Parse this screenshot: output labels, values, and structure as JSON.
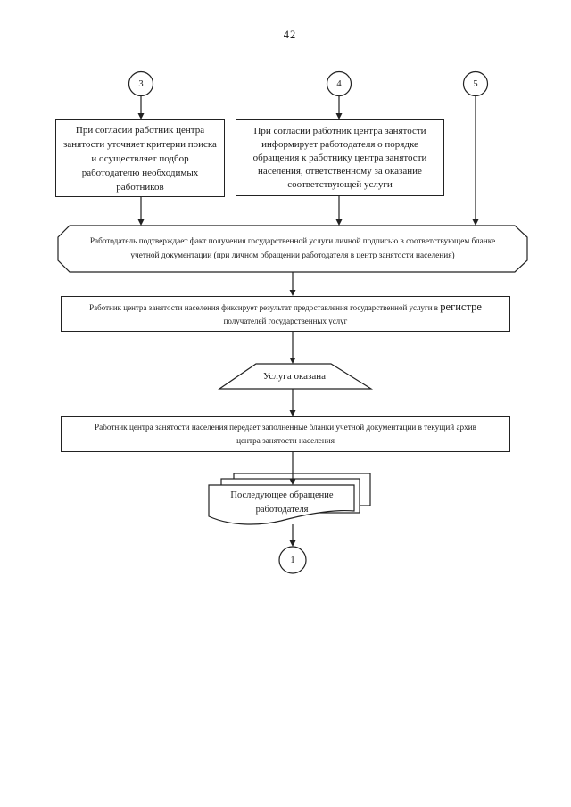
{
  "page_number": "42",
  "connectors": {
    "three": "3",
    "four": "4",
    "five": "5",
    "one": "1"
  },
  "nodes": {
    "box_left": {
      "text": "При согласии работник центра занятости уточняет критерии поиска и осуществляет подбор работодателю необходимых работников"
    },
    "box_right": {
      "text": "При согласии работник центра занятости информирует работодателя о порядке обращения к работнику центра занятости населения, ответственному за оказание соответствующей услуги"
    },
    "hexagon": {
      "text": "Работодатель подтверждает факт получения государственной услуги личной подписью в соответствующем бланке учетной документации (при личном обращении работодателя в центр занятости населения)"
    },
    "register_rect": {
      "text_before": "Работник центра занятости населения фиксирует результат предоставления государственной услуги в ",
      "text_emph": "регистре",
      "text_after": " получателей государственных услуг"
    },
    "trapezoid": {
      "text": "Услуга оказана"
    },
    "archive_rect": {
      "text": "Работник центра занятости населения передает заполненные бланки учетной документации в текущий архив центра занятости населения"
    },
    "document": {
      "text": "Последующее обращение работодателя"
    }
  },
  "colors": {
    "line": "#222222",
    "background": "#ffffff"
  }
}
